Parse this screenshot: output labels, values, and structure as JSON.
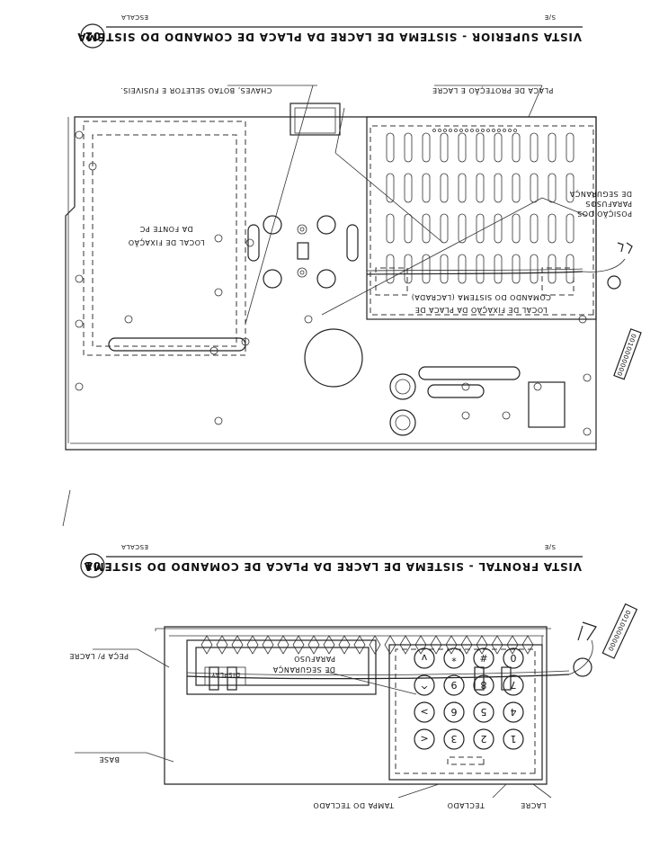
{
  "top_view": {
    "badge": "02",
    "scale_label": "ESCALA",
    "scale_value": "S/E",
    "title": "VISTA SUPERIOR - SISTEMA DE LACRE DA PLACA DE COMANDO DO SISTEMA",
    "callout_switches": "CHAVES, BOTAO SELETOR E FUSIVEIS.",
    "callout_plate": "PLACA DE PROTEÇÃO E LACRE",
    "callout_screws_1": "POSIÇÃO DOS",
    "callout_screws_2": "PARAFUSOS",
    "callout_screws_3": "DE SEGURANÇA",
    "psu_1": "LOCAL DE FIXAÇÃO",
    "psu_2": "DA FONTE PC",
    "board_1": "LOCAL DE FIXAÇÃO DA PLACA DE",
    "board_2": "COMANDO DO SISTEMA (LACRADA)",
    "seal_tag": "0010000000"
  },
  "front_view": {
    "badge": "01",
    "scale_label": "ESCALA",
    "scale_value": "S/E",
    "title": "VISTA FRONTAL - SISTEMA DE LACRE DA PLACA DE COMANDO DO SISTEMA",
    "label_base": "BASE",
    "label_peca": "PEÇA P/ LACRE",
    "label_screws_1": "PARAFUSO",
    "label_screws_2": "DE SEGURANÇA",
    "label_tampa": "TAMPA DO TECLADO",
    "label_teclado": "TECLADO",
    "label_lacre": "LACRE",
    "display_text": "DISPLAY",
    "seal_tag": "0010000000",
    "keys": [
      "1",
      "2",
      "3",
      "<",
      "4",
      "5",
      "6",
      ">",
      "7",
      "8",
      "9",
      "^",
      "0",
      "#",
      "*",
      "v"
    ]
  }
}
